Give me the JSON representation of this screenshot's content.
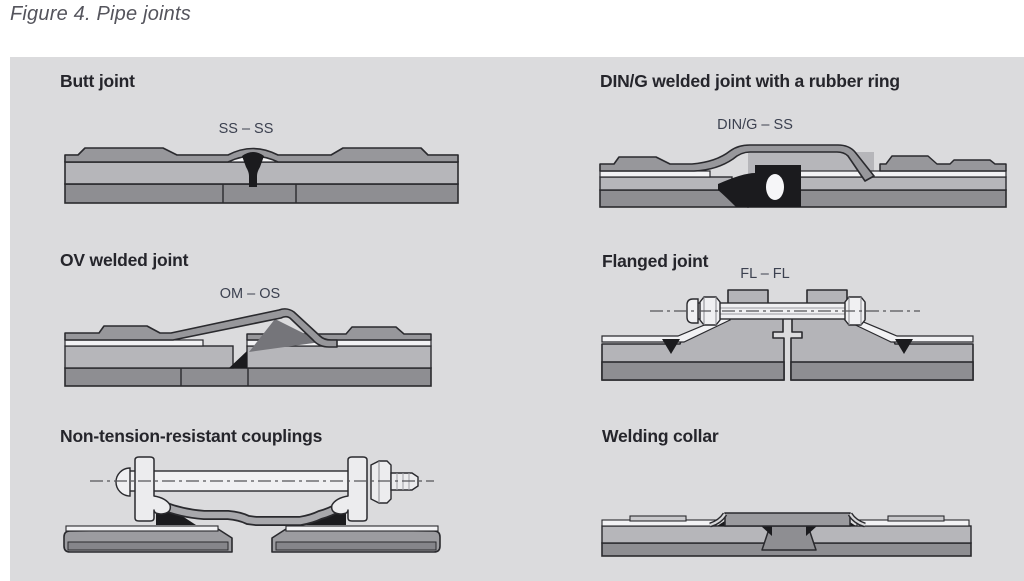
{
  "figure_title": "Figure 4. Pipe joints",
  "joints": [
    {
      "title": "Butt joint",
      "code_label": "SS – SS"
    },
    {
      "title": "DIN/G welded joint with a rubber ring",
      "code_label": "DIN/G – SS"
    },
    {
      "title": "OV welded joint",
      "code_label": "OM – OS"
    },
    {
      "title": "Flanged joint",
      "code_label": "FL – FL"
    },
    {
      "title": "Non-tension-resistant couplings",
      "code_label": ""
    },
    {
      "title": "Welding collar",
      "code_label": ""
    }
  ],
  "colors": {
    "page_background": "#ffffff",
    "panel_background": "#dbdbdd",
    "outline": "#2a2a2e",
    "pipe_light_gray": "#b6b6ba",
    "pipe_medium_gray": "#97979b",
    "pipe_dark_gray": "#8e8e92",
    "white_layer": "#f2f2f4",
    "weld_black": "#1b1b1e",
    "shadow_gray": "#75757a",
    "heading_text": "#25252b",
    "code_label_text": "#3c4150",
    "figure_title_text": "#54545c"
  }
}
